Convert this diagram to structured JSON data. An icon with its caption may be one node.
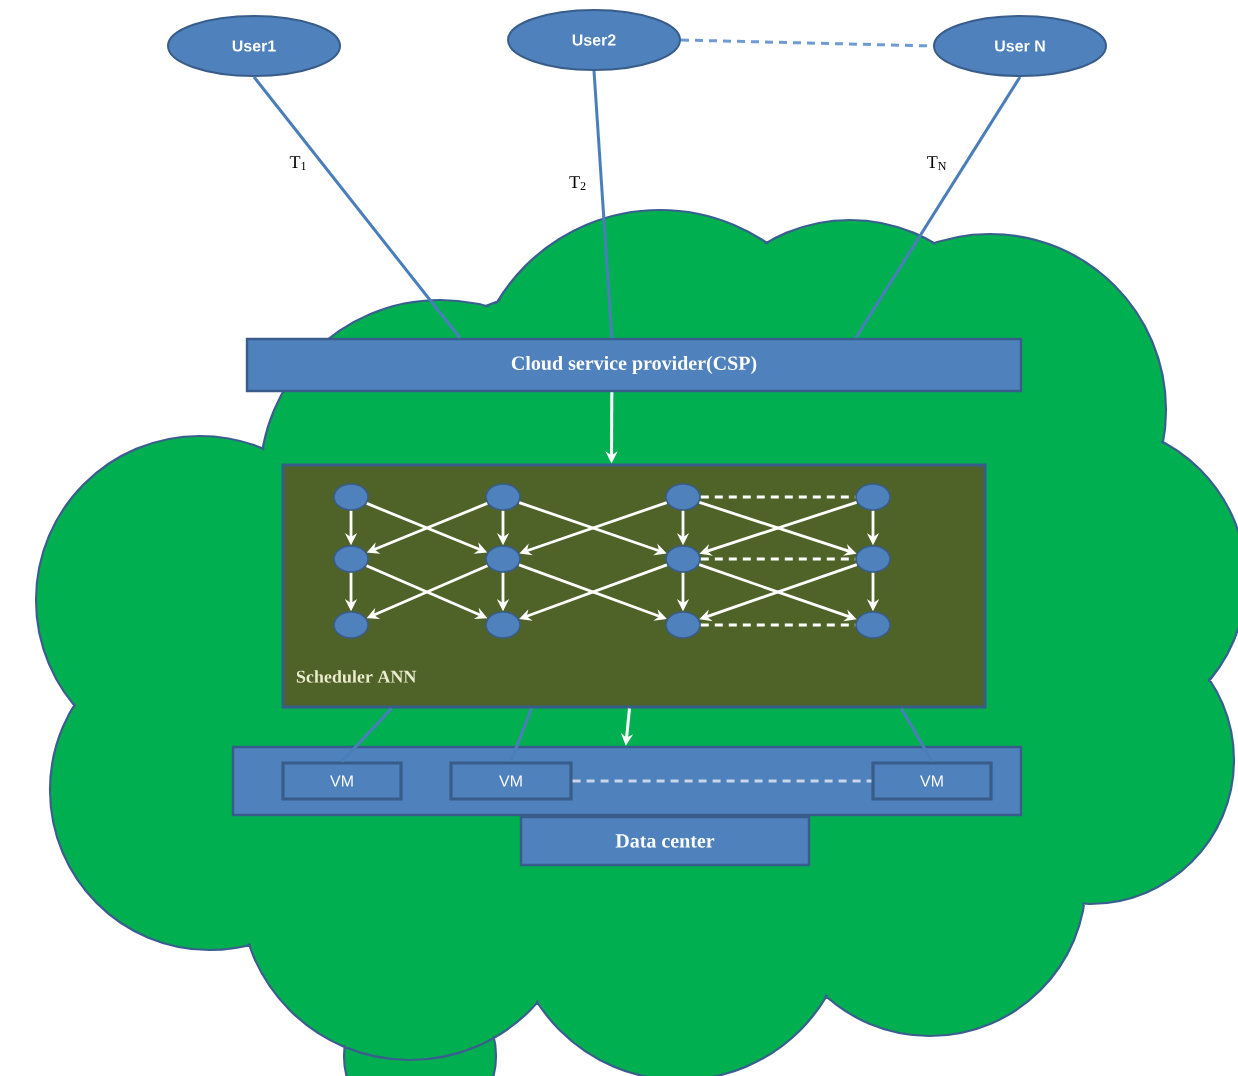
{
  "diagram": {
    "nodes": [
      {
        "text": [],
        "shape": "cloud"
      },
      {
        "text": [
          "User1"
        ]
      },
      {
        "text": [
          "User2"
        ]
      },
      {
        "text": [
          "User N"
        ]
      },
      {
        "text": [
          "Cloud service provider(CSP)"
        ],
        "in": 0
      },
      {
        "text": [
          "Scheduler ANN"
        ],
        "in": 0
      },
      {
        "text": [],
        "shape": "circle",
        "in": 5
      },
      {
        "text": [],
        "shape": "circle",
        "in": 5
      },
      {
        "text": [],
        "shape": "circle",
        "in": 5
      },
      {
        "text": [],
        "shape": "circle",
        "in": 5
      },
      {
        "text": [],
        "shape": "circle",
        "in": 5
      },
      {
        "text": [],
        "shape": "circle",
        "in": 5
      },
      {
        "text": [],
        "shape": "circle",
        "in": 5
      },
      {
        "text": [],
        "shape": "circle",
        "in": 5
      },
      {
        "text": [],
        "shape": "circle",
        "in": 5
      },
      {
        "text": [],
        "shape": "circle",
        "in": 5
      },
      {
        "text": [],
        "shape": "circle",
        "in": 5
      },
      {
        "text": [],
        "shape": "circle",
        "in": 5
      },
      {
        "text": [],
        "shape": "box",
        "in": 0
      },
      {
        "text": [
          "VM"
        ],
        "in": 18
      },
      {
        "text": [
          "VM"
        ],
        "in": 18
      },
      {
        "text": [
          "VM"
        ],
        "in": 18
      },
      {
        "text": [
          "Data center"
        ],
        "in": 0
      }
    ],
    "edges": [
      {
        "from": 1,
        "to": 4,
        "arrow": "none",
        "label": "T$_{1}$",
        "color": "#4a7ebb"
      },
      {
        "from": 2,
        "to": 4,
        "arrow": "none",
        "label": "T$_{2}$",
        "color": "#4a7ebb"
      },
      {
        "from": 3,
        "to": 4,
        "arrow": "none",
        "label": "T$_{N}$",
        "color": "#4a7ebb"
      },
      {
        "from": 2,
        "to": 3,
        "arrow": "none",
        "style": "dashed",
        "color": "#6f9bd1"
      },
      {
        "from": 4,
        "to": 5,
        "arrow": "to"
      },
      {
        "from": 5,
        "to": 18,
        "arrow": "to"
      },
      {
        "from": 5,
        "to": 19,
        "arrow": "none",
        "color": "#4a7ebb"
      },
      {
        "from": 5,
        "to": 20,
        "arrow": "none",
        "color": "#4a7ebb"
      },
      {
        "from": 5,
        "to": 21,
        "arrow": "none",
        "color": "#4a7ebb"
      },
      {
        "from": 20,
        "to": 21,
        "arrow": "none",
        "style": "dashed",
        "color": "#c9d5e8"
      },
      {
        "from": 6,
        "to": 7,
        "arrow": "to"
      },
      {
        "from": 7,
        "to": 8,
        "arrow": "to"
      },
      {
        "from": 9,
        "to": 10,
        "arrow": "to"
      },
      {
        "from": 10,
        "to": 11,
        "arrow": "to"
      },
      {
        "from": 12,
        "to": 13,
        "arrow": "to"
      },
      {
        "from": 13,
        "to": 14,
        "arrow": "to"
      },
      {
        "from": 15,
        "to": 16,
        "arrow": "to"
      },
      {
        "from": 16,
        "to": 17,
        "arrow": "to"
      },
      {
        "from": 6,
        "to": 10,
        "arrow": "to"
      },
      {
        "from": 9,
        "to": 7,
        "arrow": "to"
      },
      {
        "from": 7,
        "to": 11,
        "arrow": "to"
      },
      {
        "from": 10,
        "to": 8,
        "arrow": "to"
      },
      {
        "from": 9,
        "to": 13,
        "arrow": "to"
      },
      {
        "from": 12,
        "to": 10,
        "arrow": "to"
      },
      {
        "from": 10,
        "to": 14,
        "arrow": "to"
      },
      {
        "from": 13,
        "to": 11,
        "arrow": "to"
      },
      {
        "from": 12,
        "to": 16,
        "arrow": "to"
      },
      {
        "from": 15,
        "to": 13,
        "arrow": "to"
      },
      {
        "from": 13,
        "to": 17,
        "arrow": "to"
      },
      {
        "from": 16,
        "to": 14,
        "arrow": "to"
      },
      {
        "from": 12,
        "to": 15,
        "arrow": "none",
        "style": "dashed"
      },
      {
        "from": 13,
        "to": 16,
        "arrow": "none",
        "style": "dashed"
      },
      {
        "from": 14,
        "to": 17,
        "arrow": "none",
        "style": "dashed"
      }
    ]
  }
}
